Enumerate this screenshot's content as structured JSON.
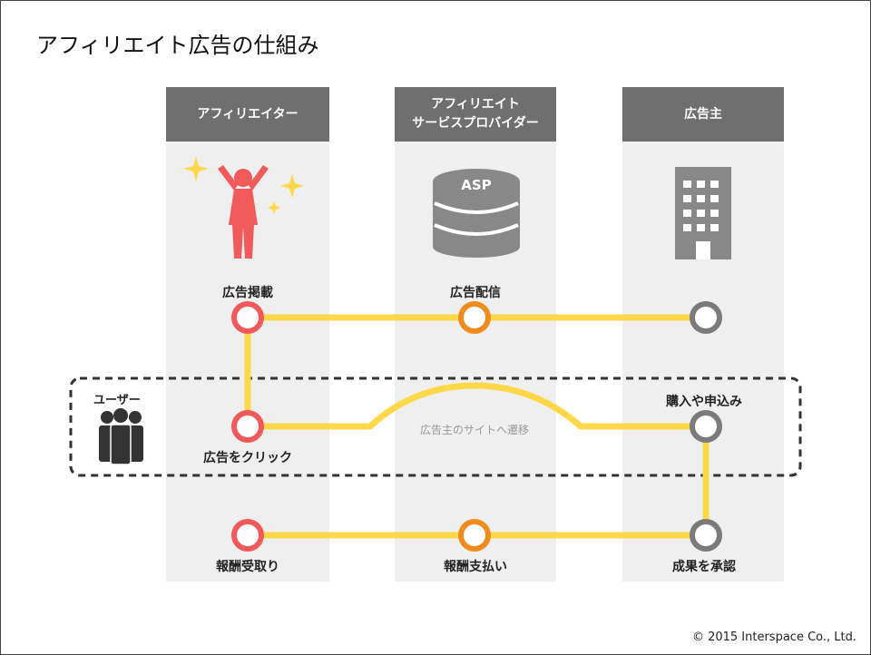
{
  "title": "アフィリエイト広告の仕組み",
  "columns": [
    {
      "label": "アフィリエイター"
    },
    {
      "label": "アフィリエイト\nサービスプロバイダー"
    },
    {
      "label": "広告主"
    }
  ],
  "asp_icon_text": "ASP",
  "user_label": "ユーザー",
  "steps": {
    "ad_post": "広告掲載",
    "ad_delivery": "広告配信",
    "purchase_apply": "購入や申込み",
    "ad_click": "広告をクリック",
    "transition_to_site": "広告主のサイトへ遷移",
    "receive_reward": "報酬受取り",
    "pay_reward": "報酬支払い",
    "approve_result": "成果を承認"
  },
  "colors": {
    "line": "#ffd84a",
    "node_affiliator": "#f05a5a",
    "node_asp": "#f08c1e",
    "node_advertiser": "#7a7a7a",
    "column_bg": "#efefef",
    "header_bg": "#6f6f6f"
  },
  "footer": "© 2015 Interspace Co., Ltd."
}
